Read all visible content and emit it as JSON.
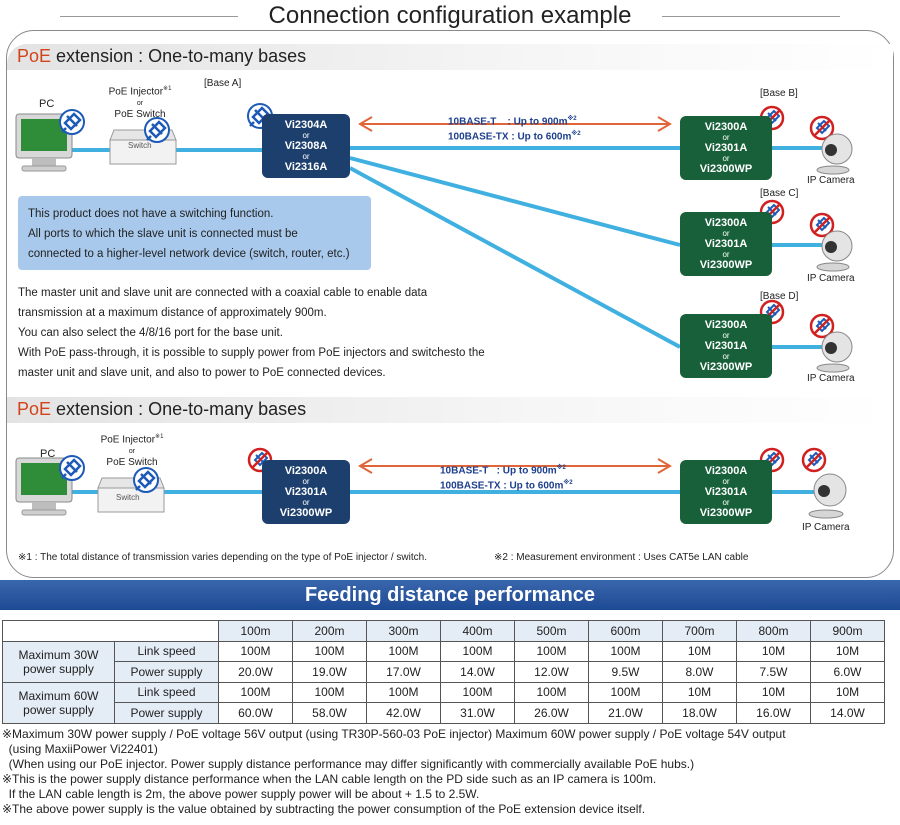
{
  "title": "Connection configuration example",
  "section1": {
    "poe": "PoE",
    "rest": " extension : One-to-many bases",
    "pc_label": "PC",
    "injector_line1": "PoE Injector",
    "injector_mark": "※1",
    "injector_or": "or",
    "injector_line2": "PoE Switch",
    "switch_text": "Switch",
    "base_a": "[Base A]",
    "base_b": "[Base B]",
    "base_c": "[Base C]",
    "base_d": "[Base D]",
    "master": {
      "l1": "Vi2304A",
      "l2": "Vi2308A",
      "l3": "Vi2316A",
      "or": "or"
    },
    "slave": {
      "l1": "Vi2300A",
      "l2": "Vi2301A",
      "l3": "Vi2300WP",
      "or": "or"
    },
    "speed_line1": "10BASE-T    : Up to 900m",
    "speed_mark1": "※2",
    "speed_line2": "100BASE-TX : Up to 600m",
    "speed_mark2": "※2",
    "camera_label": "IP Camera",
    "note_lines": [
      "This product does not have a switching function.",
      "All ports to which the slave unit is connected must be",
      "connected to a higher-level network device (switch, router, etc.)"
    ],
    "desc_lines": [
      "The master unit and slave unit are connected with a coaxial cable to enable data",
      "transmission at a maximum distance of approximately 900m.",
      "You can also select the 4/8/16 port for the base unit.",
      "With PoE pass-through, it is possible to supply power from PoE injectors and switchesto the",
      "master unit and slave unit, and also to power to PoE connected devices."
    ]
  },
  "section2": {
    "poe": "PoE",
    "rest": " extension : One-to-many bases",
    "pc_label": "PC",
    "injector_line1": "PoE Injector",
    "injector_mark": "※1",
    "injector_or": "or",
    "injector_line2": "PoE Switch",
    "switch_text": "Switch",
    "left_unit": {
      "l1": "Vi2300A",
      "l2": "Vi2301A",
      "l3": "Vi2300WP",
      "or": "or"
    },
    "right_unit": {
      "l1": "Vi2300A",
      "l2": "Vi2301A",
      "l3": "Vi2300WP",
      "or": "or"
    },
    "speed_line1": "10BASE-T   : Up to 900m",
    "speed_mark1": "※2",
    "speed_line2": "100BASE-TX : Up to 600m",
    "speed_mark2": "※2",
    "camera_label": "IP Camera"
  },
  "footnote1": "※1 : The total distance of transmission varies depending on the type of PoE injector / switch.",
  "footnote2": "※2 : Measurement environment : Uses CAT5e LAN cable",
  "feeding_title": "Feeding distance performance",
  "table": {
    "distances": [
      "100m",
      "200m",
      "300m",
      "400m",
      "500m",
      "600m",
      "700m",
      "800m",
      "900m"
    ],
    "group1": "Maximum 30W power supply",
    "group2": "Maximum 60W power supply",
    "link_label": "Link speed",
    "power_label": "Power supply",
    "g1_link": [
      "100M",
      "100M",
      "100M",
      "100M",
      "100M",
      "100M",
      "10M",
      "10M",
      "10M"
    ],
    "g1_power": [
      "20.0W",
      "19.0W",
      "17.0W",
      "14.0W",
      "12.0W",
      "9.5W",
      "8.0W",
      "7.5W",
      "6.0W"
    ],
    "g2_link": [
      "100M",
      "100M",
      "100M",
      "100M",
      "100M",
      "100M",
      "10M",
      "10M",
      "10M"
    ],
    "g2_power": [
      "60.0W",
      "58.0W",
      "42.0W",
      "31.0W",
      "26.0W",
      "21.0W",
      "18.0W",
      "16.0W",
      "14.0W"
    ]
  },
  "bottom_notes": [
    "※Maximum 30W power supply / PoE voltage 56V output (using TR30P-560-03 PoE injector) Maximum 60W power supply / PoE voltage 54V output",
    "  (using MaxiiPower Vi22401)",
    "  (When using our PoE injector. Power supply distance performance may differ significantly with commercially available PoE hubs.)",
    "※This is the power supply distance performance when the LAN cable length on the PD side such as an IP camera is 100m.",
    "  If the LAN cable length is 2m, the above power supply power will be about + 1.5 to 2.5W.",
    "※The above power supply is the value obtained by subtracting the power consumption of the PoE extension device itself."
  ],
  "colors": {
    "poe_red": "#d2431c",
    "master_blue": "#1d3f6e",
    "slave_green": "#17603a",
    "cable": "#3fb0e0",
    "arrow": "#e0663a"
  }
}
